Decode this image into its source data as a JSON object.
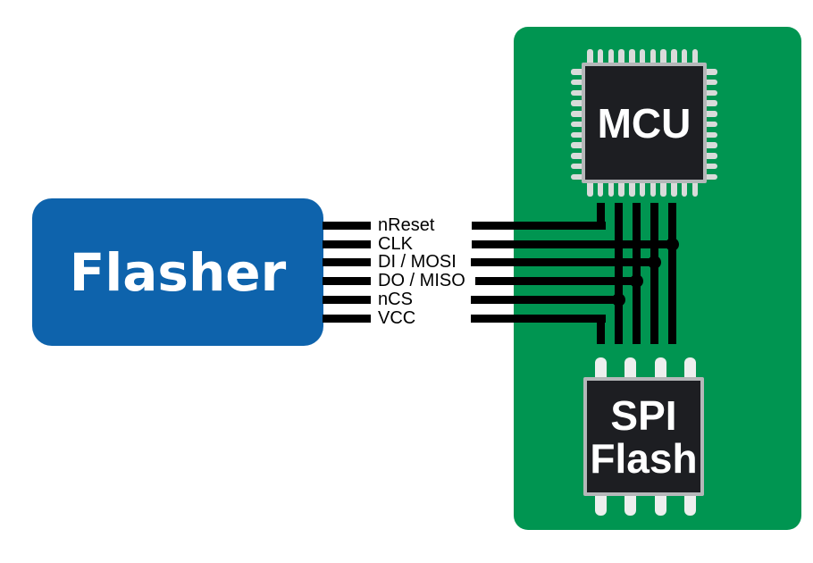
{
  "flasher": {
    "label": "Flasher"
  },
  "board": {
    "mcu": {
      "label": "MCU"
    },
    "spi_flash": {
      "label_line1": "SPI",
      "label_line2": "Flash"
    }
  },
  "signals": [
    {
      "label": "nReset",
      "routes_to": "mcu",
      "junction_dot": false
    },
    {
      "label": "CLK",
      "routes_to": "mcu-flash-bus",
      "junction_dot": true
    },
    {
      "label": "DI / MOSI",
      "routes_to": "mcu-flash-bus",
      "junction_dot": true
    },
    {
      "label": "DO / MISO",
      "routes_to": "mcu-flash-bus",
      "junction_dot": true
    },
    {
      "label": "nCS",
      "routes_to": "mcu-flash-bus",
      "junction_dot": true
    },
    {
      "label": "VCC",
      "routes_to": "flash",
      "junction_dot": false
    }
  ],
  "colors": {
    "flasher_blue": "#0e63ac",
    "board_green": "#009551",
    "chip_dark": "#1d1e22",
    "chip_border_gray": "#b5b7b9",
    "mcu_pin_gray": "#d9dbda",
    "flash_pin_gray": "#edefee",
    "trace_black": "#000000"
  }
}
